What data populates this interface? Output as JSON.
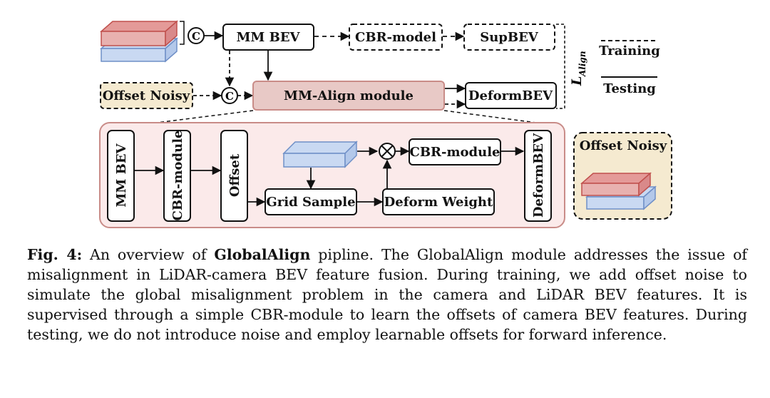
{
  "top": {
    "mm_bev": "MM BEV",
    "cbr_model": "CBR-model",
    "supbev": "SupBEV",
    "offset_noisy": "Offset Noisy",
    "mm_align_module": "MM-Align module",
    "deformbev": "DeformBEV",
    "concat_symbol": "C",
    "loss_main": "L",
    "loss_sub": "Align"
  },
  "legend": {
    "training": "Training",
    "testing": "Testing"
  },
  "detail": {
    "mm_bev": "MM BEV",
    "cbr_module_v": "CBR-module",
    "offset": "Offset",
    "grid_sample": "Grid Sample",
    "multiply_symbol": "⊗",
    "cbr_module_h": "CBR-module",
    "deform_weight": "Deform Weight",
    "deformbev": "DeformBEV"
  },
  "side_panel": {
    "title": "Offset Noisy"
  },
  "caption": {
    "fig_label": "Fig. 4:",
    "text_1": " An overview of ",
    "highlight": "GlobalAlign",
    "text_2": " pipline. The GlobalAlign module addresses the issue of misalignment in LiDAR-camera BEV feature fusion. During training, we add offset noise to simulate the global misalignment problem in the camera and LiDAR BEV features. It is supervised through a simple CBR-module to learn the offsets of camera BEV features. During testing, we do not introduce noise and employ learnable offsets for forward inference."
  },
  "colors": {
    "pink_fill": "#e8c9c6",
    "pink_stroke": "#c98c88",
    "red_slab": "#e49a98",
    "red_slab_stroke": "#c0504d",
    "blue_slab": "#c9d9f2",
    "blue_slab_stroke": "#6f8fc7",
    "yellow_fill": "#f5ead0",
    "panel_fill": "#fbeaea"
  }
}
